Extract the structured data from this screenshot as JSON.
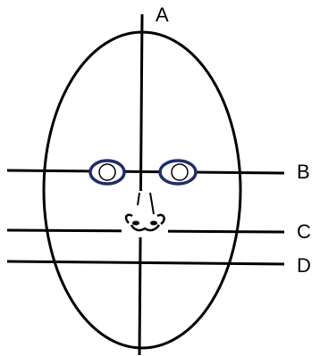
{
  "labels": {
    "a": "A",
    "b": "B",
    "c": "C",
    "d": "D"
  },
  "colors": {
    "line": "#000000",
    "eye_outline": "#1f2d6b",
    "background": "#ffffff"
  },
  "icons": {
    "eye_left": "eye-icon",
    "eye_right": "eye-icon",
    "nose": "nose-icon"
  }
}
